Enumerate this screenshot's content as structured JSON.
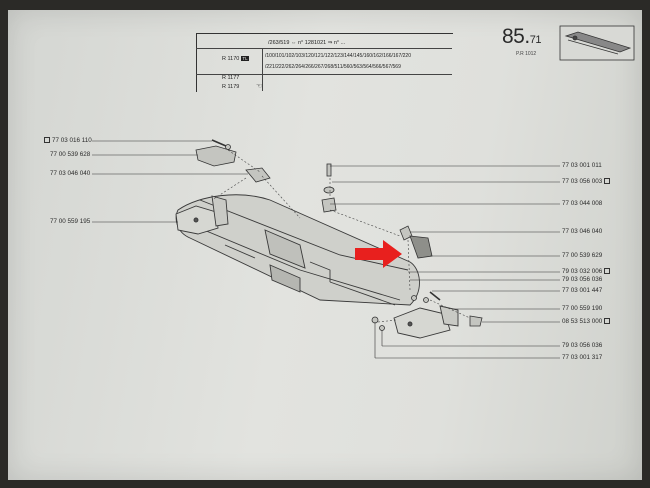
{
  "header": {
    "row1": "/263/519",
    "row1_b": "n° 1281021",
    "row1_c": "n° ...",
    "model1": "R 1170",
    "model1_badge": "TL",
    "row2": "/100/101/102/103/120/121/122/123/144/145/160/162/166/167/220",
    "row3": "/221/222/262/264/266/267/268/511/560/563/564/566/567/569",
    "model2": "R 1177",
    "model3": "R 1179"
  },
  "page_number": {
    "main": "85.",
    "sub": "71"
  },
  "pr_ref": "P.R 1012",
  "left_parts": [
    {
      "id": "77 03 016 110",
      "marked": true
    },
    {
      "id": "77 00 539 628",
      "marked": false
    },
    {
      "id": "77 03 046 040",
      "marked": false
    },
    {
      "id": "77 00 559 195",
      "marked": false
    }
  ],
  "right_parts": [
    {
      "id": "77 03 001 011",
      "marked": false
    },
    {
      "id": "77 03 056 003",
      "marked": true
    },
    {
      "id": "77 03 044 008",
      "marked": false
    },
    {
      "id": "77 03 046 040",
      "marked": false
    },
    {
      "id": "77 00 539 629",
      "marked": false
    },
    {
      "id": "79 03 032 006",
      "marked": true
    },
    {
      "id": "79 03 056 036",
      "marked": false
    },
    {
      "id": "77 03 001 447",
      "marked": false
    },
    {
      "id": "77 00 559 190",
      "marked": false
    },
    {
      "id": "08 53 513 000",
      "marked": true
    },
    {
      "id": "79 03 056 036",
      "marked": false
    },
    {
      "id": "77 03 001 317",
      "marked": false
    }
  ],
  "colors": {
    "arrow": "#e8201e",
    "paper": "#dfe0dc",
    "ink": "#2a2a2a"
  },
  "icons": [
    "red-arrow-icon",
    "car-thumbnail-icon"
  ]
}
